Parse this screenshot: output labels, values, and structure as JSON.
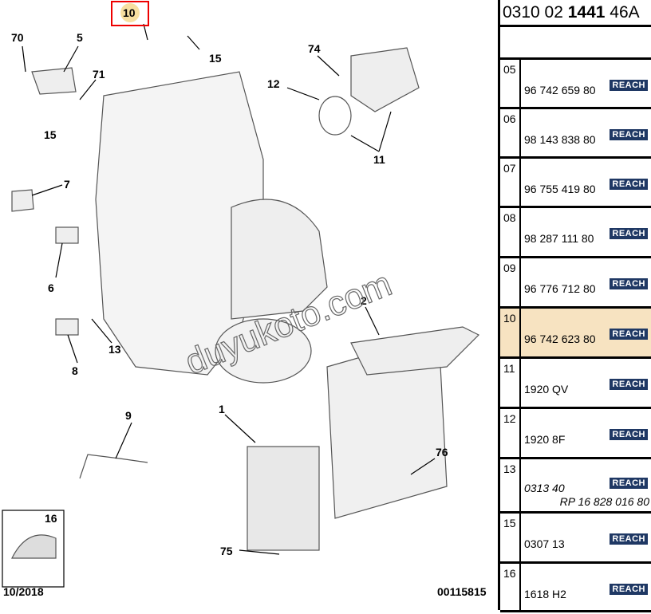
{
  "diagram": {
    "callouts": [
      "10",
      "70",
      "5",
      "15",
      "71",
      "15",
      "7",
      "6",
      "13",
      "8",
      "74",
      "12",
      "11",
      "2",
      "9",
      "1",
      "76",
      "75",
      "16"
    ],
    "watermark": "duyukoto.com",
    "date": "10/2018",
    "ref": "00115815"
  },
  "panel": {
    "header_prefix": "0310 02 ",
    "header_bold": "1441",
    "header_suffix": " 46A",
    "reach": "REACH",
    "rows": [
      {
        "num": "05",
        "ref": "96 742 659 80"
      },
      {
        "num": "06",
        "ref": "98 143 838 80"
      },
      {
        "num": "07",
        "ref": "96 755 419 80"
      },
      {
        "num": "08",
        "ref": "98 287 111 80"
      },
      {
        "num": "09",
        "ref": "96 776 712 80"
      },
      {
        "num": "10",
        "ref": "96 742 623 80"
      },
      {
        "num": "11",
        "ref": "1920 QV"
      },
      {
        "num": "12",
        "ref": "1920 8F"
      },
      {
        "num": "13",
        "ref": "0313 40",
        "alt": "RP 16 828 016 80"
      },
      {
        "num": "15",
        "ref": "0307 13"
      },
      {
        "num": "16",
        "ref": "1618 H2"
      }
    ]
  }
}
